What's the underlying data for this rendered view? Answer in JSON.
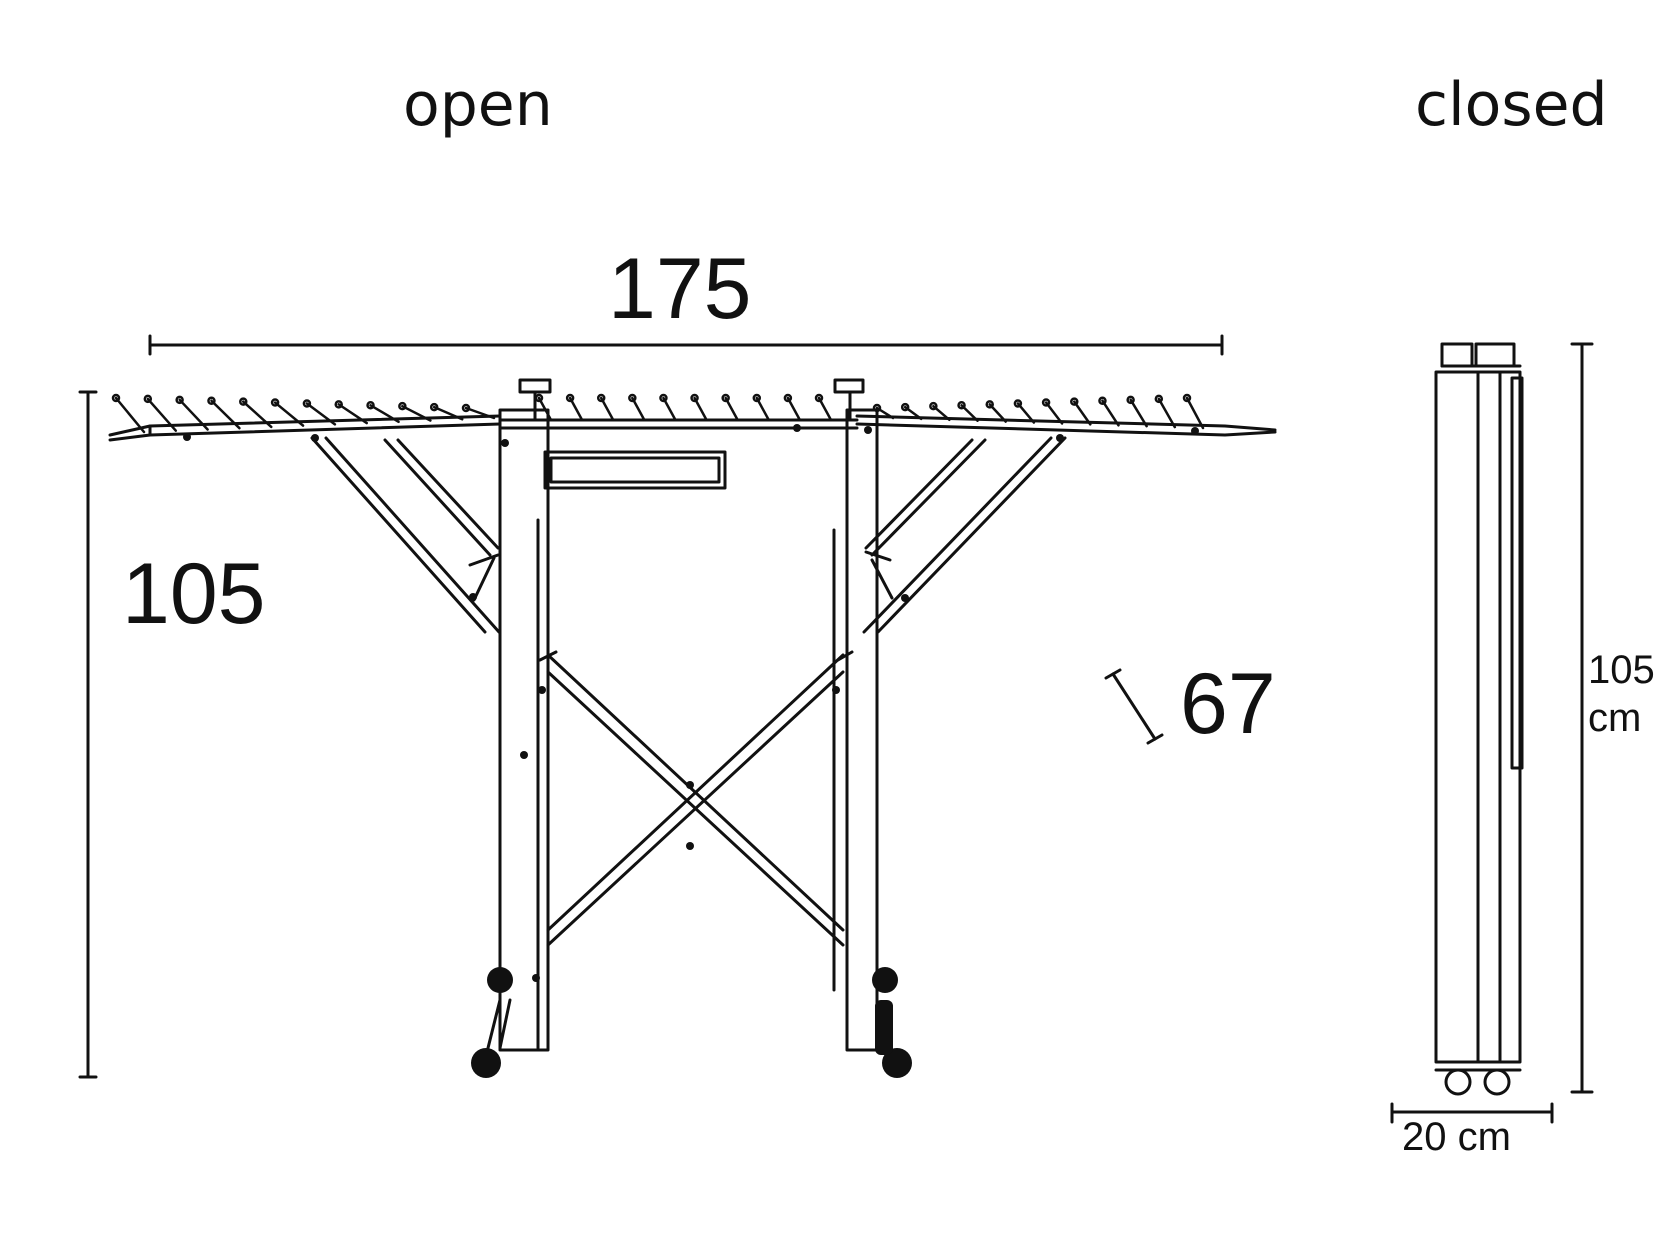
{
  "labels": {
    "open": "open",
    "closed": "closed"
  },
  "open_view": {
    "width": "175",
    "height": "105",
    "depth": "67"
  },
  "closed_view": {
    "height_value": "105",
    "height_unit": "cm",
    "width": "20 cm"
  },
  "colors": {
    "line": "#111111",
    "background": "#ffffff"
  }
}
